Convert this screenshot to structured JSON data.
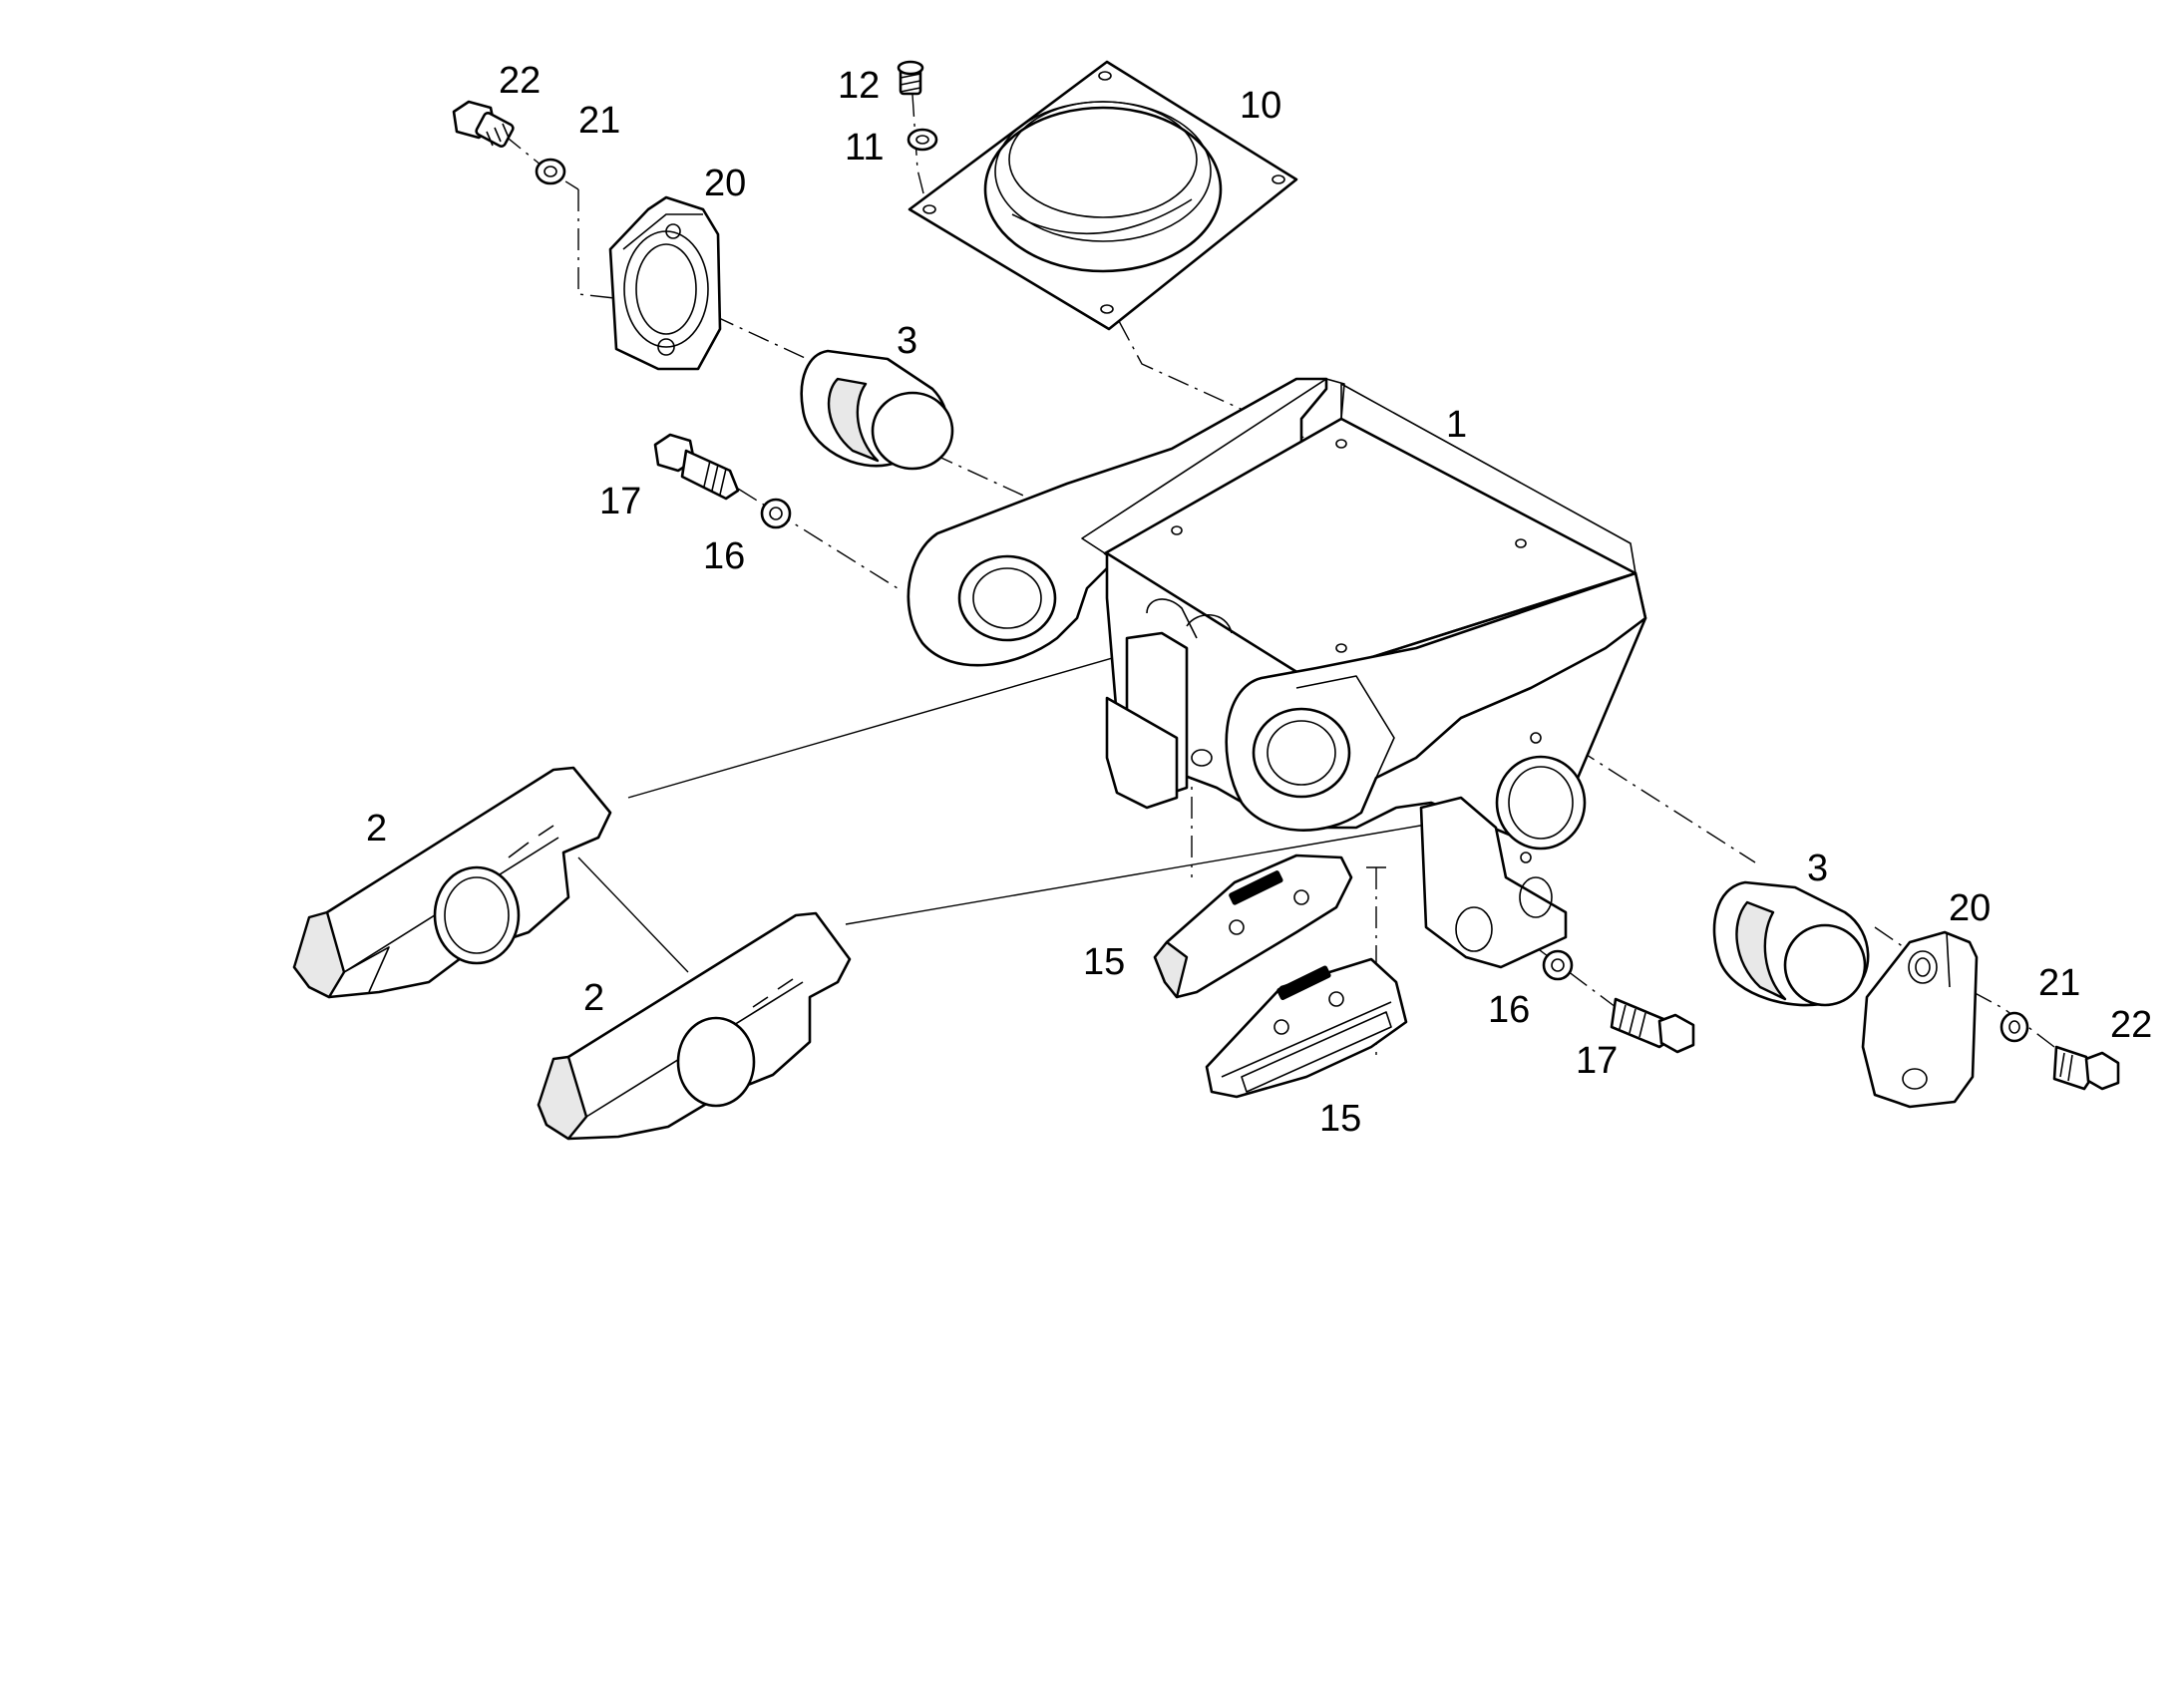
{
  "callouts": [
    {
      "id": "22a",
      "text": "22"
    },
    {
      "id": "21a",
      "text": "21"
    },
    {
      "id": "20a",
      "text": "20"
    },
    {
      "id": "12",
      "text": "12"
    },
    {
      "id": "11",
      "text": "11"
    },
    {
      "id": "10",
      "text": "10"
    },
    {
      "id": "3a",
      "text": "3"
    },
    {
      "id": "1",
      "text": "1"
    },
    {
      "id": "17a",
      "text": "17"
    },
    {
      "id": "16a",
      "text": "16"
    },
    {
      "id": "2a",
      "text": "2"
    },
    {
      "id": "2b",
      "text": "2"
    },
    {
      "id": "15a",
      "text": "15"
    },
    {
      "id": "15b",
      "text": "15"
    },
    {
      "id": "3b",
      "text": "3"
    },
    {
      "id": "20b",
      "text": "20"
    },
    {
      "id": "21b",
      "text": "21"
    },
    {
      "id": "22b",
      "text": "22"
    },
    {
      "id": "16b",
      "text": "16"
    },
    {
      "id": "17b",
      "text": "17"
    }
  ],
  "colors": {
    "line": "#000000",
    "background": "#ffffff"
  }
}
